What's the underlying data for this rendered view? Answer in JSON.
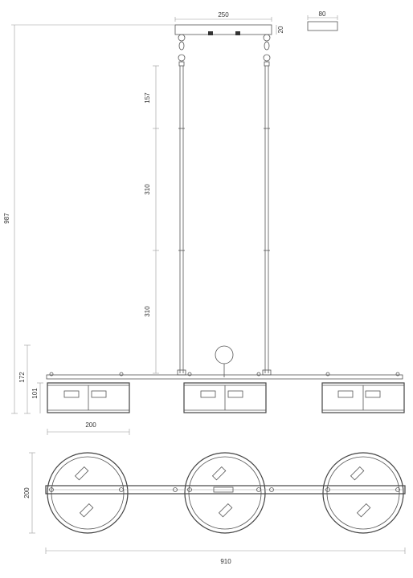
{
  "dimensions": {
    "canopy_width": "250",
    "canopy_height": "20",
    "canopy_depth": "80",
    "total_height": "987",
    "seg_top": "157",
    "seg_mid1": "310",
    "seg_mid2": "310",
    "body_height": "172",
    "shade_height": "101",
    "shade_width": "200",
    "shade_diameter": "200",
    "total_width": "910"
  }
}
